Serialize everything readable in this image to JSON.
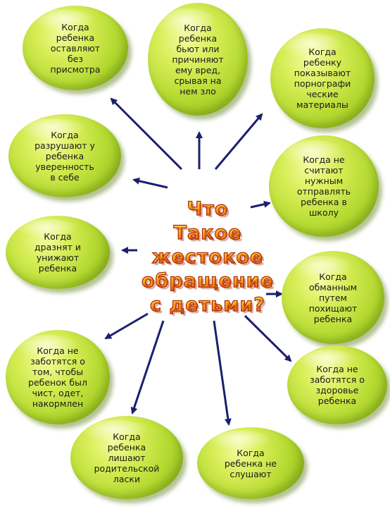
{
  "center": {
    "lines": [
      "Что",
      "Такое",
      "жестокое",
      "обращение",
      "с детьми?"
    ]
  },
  "bubbles": {
    "b1": "Когда\nребенка\nоставляют\nбез\nприсмотра",
    "b2": "Когда\nребенка\nбьют или\nпричиняют\nему вред,\nсрывая на\nнем зло",
    "b3": "Когда\nребенку\nпоказывают\nпорнографи\nческие\nматериалы",
    "b4": "Когда\nразрушают у\nребенка\nуверенность\nв себе",
    "b5": "Когда не\nсчитают\nнужным\nотправлять\nребенка в\nшколу",
    "b6": "Когда\nдразнят и\nунижают\nребенка",
    "b7": "Когда\nобманным\nпутем\nпохищают\nребенка",
    "b8": "Когда не\nзаботятся о\nтом, чтобы\nребенок был\nчист, одет,\nнакормлен",
    "b9": "Когда не\nзаботятся о\nздоровье\nребенка",
    "b10": "Когда\nребенка\nлишают\nродительской\nласки",
    "b11": "Когда\nребенка не\nслушают"
  },
  "colors": {
    "bubble": "#b4d930",
    "arrow": "#1a1f6e",
    "title_fill": "#ffb020",
    "title_outline": "#b02a0a"
  }
}
